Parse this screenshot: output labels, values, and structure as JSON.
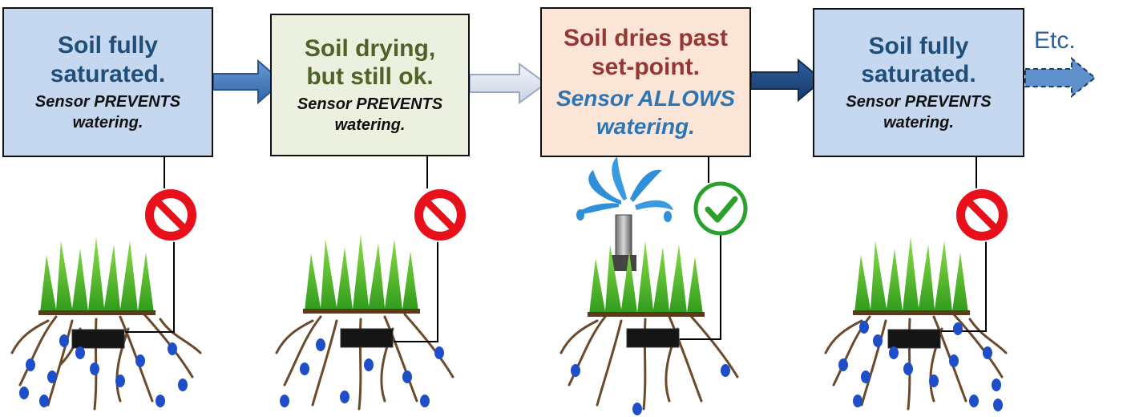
{
  "colors": {
    "saturated_fill": "#c6d7f0",
    "drying_fill": "#ebf1de",
    "dry_fill": "#fbe5d6",
    "blue_text": "#1f4e79",
    "green_text": "#4f6228",
    "red_text": "#953735",
    "allow_text": "#2e75b6",
    "prohibit_red": "#e8101a",
    "check_green": "#2ca02c",
    "water_drop": "#1f4fc8",
    "grass": "#4cb82a"
  },
  "stages": [
    {
      "headline": [
        "Soil fully",
        "saturated."
      ],
      "sensor": [
        "Sensor PREVENTS",
        "watering."
      ],
      "status_icon": "prohibited-icon"
    },
    {
      "headline": [
        "Soil drying,",
        "but still ok."
      ],
      "sensor": [
        "Sensor PREVENTS",
        "watering."
      ],
      "status_icon": "prohibited-icon"
    },
    {
      "headline": [
        "Soil dries past",
        "set-point."
      ],
      "sensor": [
        "Sensor ALLOWS",
        "watering."
      ],
      "status_icon": "checkmark-icon"
    },
    {
      "headline": [
        "Soil fully",
        "saturated."
      ],
      "sensor": [
        "Sensor PREVENTS",
        "watering."
      ],
      "status_icon": "prohibited-icon"
    }
  ],
  "continuation_label": "Etc.",
  "icons": [
    "prohibited-icon",
    "checkmark-icon",
    "sprinkler-icon",
    "grass-icon",
    "sensor-probe-icon",
    "roots-icon",
    "water-drop-icon",
    "arrow-icon"
  ]
}
